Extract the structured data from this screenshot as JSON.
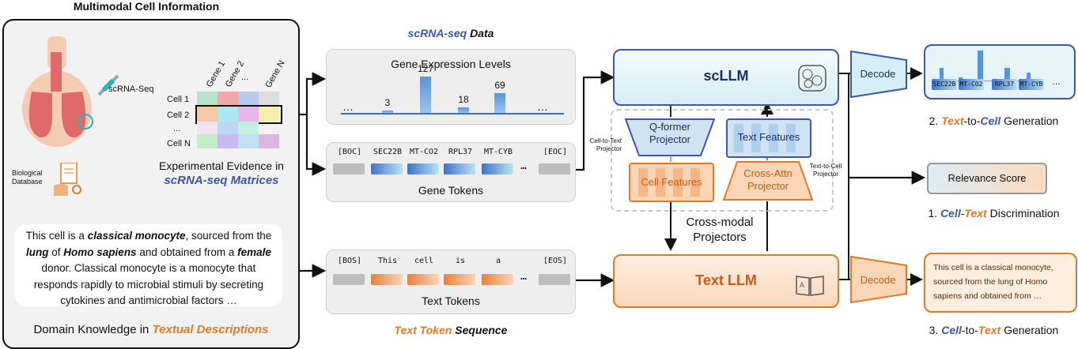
{
  "left_panel": {
    "title": "Multimodal Cell Information",
    "scrna_label": "scRNA-Seq",
    "gene_headers": [
      "Gene 1",
      "Gene 2",
      "...",
      "Gene N"
    ],
    "cell_rows": [
      "Cell 1",
      "Cell 2",
      "...",
      "Cell N"
    ],
    "bio_db_label": "Biological\nDatabase",
    "evidence_line1": "Experimental Evidence in",
    "evidence_line2": "scRNA-seq Matrices",
    "desc_text_html": "This cell is a <b><i>classical monocyte</i></b>, sourced from the <b><i>lung</i></b> of <b><i>Homo sapiens</i></b> and obtained from a <b><i>female</i></b> donor. Classical monocyte is a monocyte that responds rapidly to microbial stimuli by secreting cytokines and antimicrobial factors …",
    "domain_prefix": "Domain Knowledge in ",
    "domain_emph": "Textual Descriptions"
  },
  "scrna_section": {
    "title_italic": "scRNA-seq",
    "title_rest": " Data",
    "gel_title": "Gene Expression Levels",
    "bars": [
      {
        "label": "3",
        "value": 3
      },
      {
        "label": "127",
        "value": 127
      },
      {
        "label": "18",
        "value": 18
      },
      {
        "label": "69",
        "value": 69
      }
    ],
    "ellipsis": "…",
    "gene_tokens": [
      "[BOC]",
      "SEC22B",
      "MT-CO2",
      "RPL37",
      "MT-CYB",
      "…",
      "[EOC]"
    ],
    "gene_tokens_title": "Gene Tokens"
  },
  "text_section": {
    "tokens": [
      "[BOS]",
      "This",
      "cell",
      "is",
      "a",
      "…",
      "[EOS]"
    ],
    "title": "Text Tokens",
    "caption_orange": "Text Token",
    "caption_rest": " Sequence"
  },
  "models": {
    "scllm": "scLLM",
    "text_llm": "Text LLM",
    "qformer": "Q-former\nProjector",
    "text_features": "Text Features",
    "cell_features": "Cell Features",
    "cross_attn": "Cross-Attn\nProjector",
    "cell_to_text_label": "Cell-to-Text\nProjector",
    "text_to_cell_label": "Text-to-Cell\nProjector",
    "cross_modal": "Cross-modal\nProjectors",
    "decode": "Decode"
  },
  "outputs": {
    "gene_pills": [
      "SEC22B",
      "MT-CO2",
      "RPL37",
      "MT-CYB",
      "…"
    ],
    "task2_num": "2. ",
    "task2_a": "Text",
    "task2_b": "-to-",
    "task2_c": "Cell",
    "task2_d": " Generation",
    "relevance": "Relevance Score",
    "task1_num": "1. ",
    "task1_a": "Cell",
    "task1_b": "-",
    "task1_c": "Text",
    "task1_d": " Discrimination",
    "out_text": "This cell is a classical monocyte, sourced from the lung of Homo sapiens  and obtained from …",
    "task3_num": "3. ",
    "task3_a": "Cell",
    "task3_b": "-to-",
    "task3_c": "Text",
    "task3_d": " Generation"
  },
  "colors": {
    "blue_accent": "#3c58a6",
    "orange_accent": "#e07b2a",
    "teal_arrow": "#2ab3b0"
  }
}
